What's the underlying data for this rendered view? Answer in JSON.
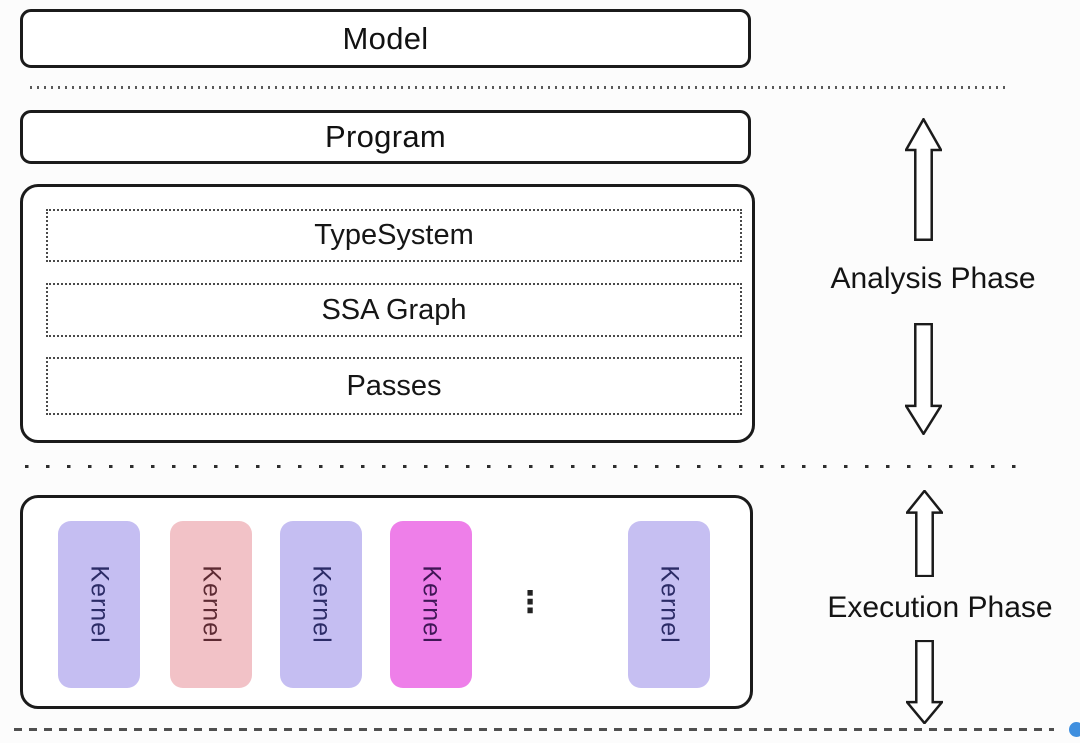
{
  "diagram": {
    "model_label": "Model",
    "program_label": "Program",
    "analysis_box": {
      "items": [
        {
          "label": "TypeSystem"
        },
        {
          "label": "SSA Graph"
        },
        {
          "label": "Passes"
        }
      ]
    },
    "phases": {
      "analysis_label": "Analysis Phase",
      "execution_label": "Execution Phase"
    },
    "kernels": {
      "ellipsis": "⋮",
      "items": [
        {
          "label": "Kernel",
          "bg": "#c5bef2",
          "fg": "#2b2b66"
        },
        {
          "label": "Kernel",
          "bg": "#f2c2c7",
          "fg": "#5c2a32"
        },
        {
          "label": "Kernel",
          "bg": "#c5bef2",
          "fg": "#2b2b66"
        },
        {
          "label": "Kernel",
          "bg": "#ee7fe9",
          "fg": "#3f1655"
        },
        {
          "label": "Kernel",
          "bg": "#c6bff2",
          "fg": "#2b2b66"
        }
      ]
    },
    "colors": {
      "border": "#1b1b1b",
      "accent_dot": "#3f8fdf"
    }
  }
}
